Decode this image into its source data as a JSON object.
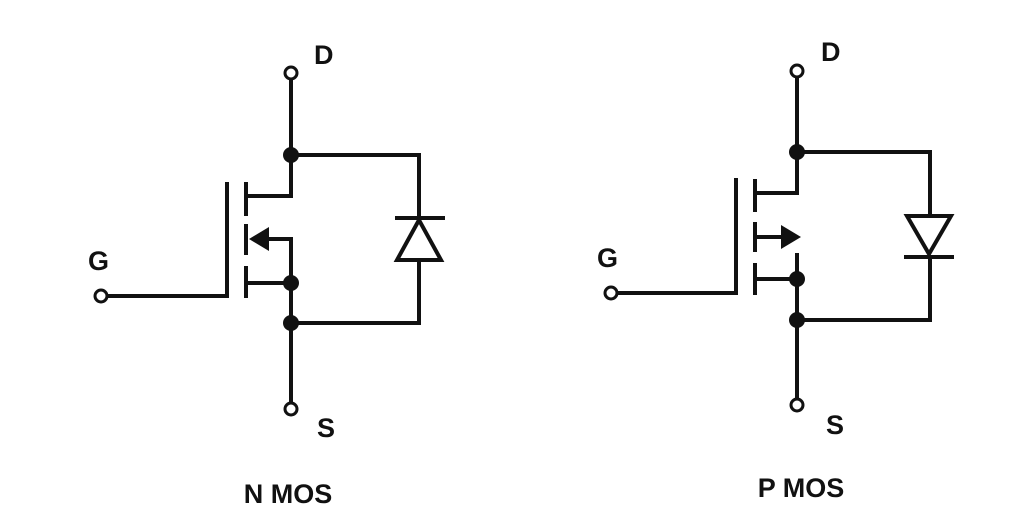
{
  "colors": {
    "line": "#111111",
    "background": "#ffffff"
  },
  "transistors": [
    {
      "type": "N",
      "title": "N MOS",
      "pins": {
        "drain": "D",
        "gate": "G",
        "source": "S"
      }
    },
    {
      "type": "P",
      "title": "P MOS",
      "pins": {
        "drain": "D",
        "gate": "G",
        "source": "S"
      }
    }
  ]
}
